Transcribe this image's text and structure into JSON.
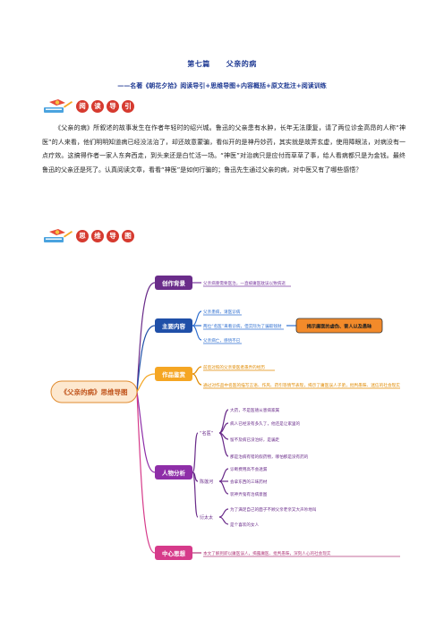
{
  "title": {
    "part1": "第七篇",
    "part2": "父亲的病"
  },
  "subtitle": "——名著《朝花夕拾》阅读导引+思维导图+内容概括+原文批注+阅读训练",
  "banner1": {
    "chars": [
      "阅",
      "读",
      "导",
      "引"
    ]
  },
  "banner2": {
    "chars": [
      "思",
      "维",
      "导",
      "图"
    ]
  },
  "intro": "《父亲的病》所叙述的故事发生在作者年轻时的绍兴城。鲁迅的父亲患有水肿，长年无法康复，请了两位诊金高昂的人称“神医”的人来看，他们明明知道病已经没法治了，却还故意蒙骗，看似开的是神丹妙药，其实就是故弄玄虚，使用障眼法，对病没有一点疗效。这搞得作者一家人东奔西走，到头来还是白忙活一场。“神医”对治病只是应付而草草了事，给人看病都只是为金钱。最终鲁迅的父亲还是死了。认真阅读文章，看看“神医”是如何行骗的；鲁迅先生通过父亲的病，对中医又有了哪些感悟？",
  "mindmap": {
    "center": "《父亲的病》思维导图",
    "colors": {
      "center": "#fde8cf",
      "center_border": "#e08c30",
      "b1": "#6a2c8a",
      "b2": "#1f4fa8",
      "b3": "#f5a623",
      "b4": "#8e2ea8",
      "b5": "#d63a8a",
      "leaf1": "#7a3aa0",
      "leaf2": "#2f6fd0",
      "leaf3": "#e08a00",
      "leaf4": "#6a2c8a",
      "leaf5": "#b03a7a",
      "callout_bg": "#f28a2a"
    },
    "branches": [
      {
        "label": "创作背景",
        "leaves": [
          "父亲病重需要医治，一直被庸医耽误以致病逝"
        ]
      },
      {
        "label": "主要内容",
        "leaves": [
          "父亲患病，请医诊病",
          "两位“名医”来看诊病，但实际为了骗取钱财",
          "父亲病亡，感悟不已"
        ],
        "callout": "揭示庸医的虚伪、害人以及愚昧"
      },
      {
        "label": "作品鉴赏",
        "leaves": [
          "前后对照的父亲受医者愚弄的经历",
          "通过对作品中名医的描写言语、作风、药引等情节表现，揭示了庸医误人子弟，批判愚昧、迷信的社会现实"
        ]
      },
      {
        "label": "人物分析",
        "groups": [
          {
            "name": "“名医”",
            "leaves": [
              "大药，不是医德从患病家属",
              "病人已经没有多久了，他还是让家里的",
              "留不及病已没治好，是骗走",
              "那是治病有错的假药物，哪怕那是没有药的"
            ]
          },
          {
            "name": "陈莲河",
            "leaves": [
              "诊断费用高不会透漏",
              "会拿东西的三味药材",
              "装神弄鬼有治病意图"
            ]
          },
          {
            "name": "衍太太",
            "leaves": [
              "为了满足自己的面子不顾父亲老亲又大声吵地叫",
              "是个喜欢的女人"
            ]
          }
        ]
      },
      {
        "label": "中心思想",
        "leaves": [
          "本文了解到即以庸医误人，揭露庸医、批判愚昧，深刻人心的社会现实"
        ]
      }
    ]
  }
}
